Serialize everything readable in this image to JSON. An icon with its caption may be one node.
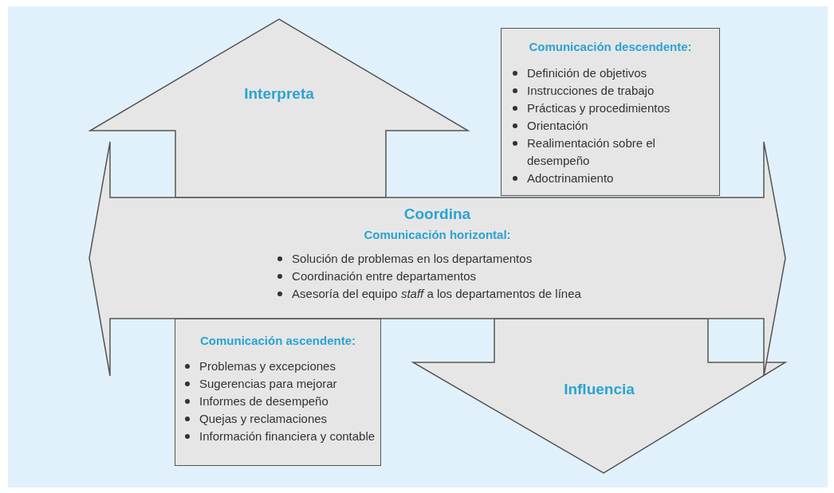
{
  "diagram": {
    "nodes": [
      {
        "text": [
          "Interpreta"
        ]
      },
      {
        "text": [
          "Comunicación descendente:",
          "Definición de objetivos",
          "Instrucciones de trabajo",
          "Prácticas y procedimientos",
          "Orientación",
          "Realimentación sobre el desempeño",
          "Adoctrinamiento"
        ]
      },
      {
        "text": [
          "Coordina",
          "Comunicación horizontal:",
          "Solución de problemas en los departamentos",
          "Coordinación entre departamentos",
          "Asesoría del equipo *staff* a los departamentos de línea"
        ]
      },
      {
        "text": [
          "Comunicación ascendente:",
          "Problemas y excepciones",
          "Sugerencias para mejorar",
          "Informes de desempeño",
          "Quejas y reclamaciones",
          "Información financiera y contable"
        ]
      },
      {
        "text": [
          "Influencia"
        ]
      }
    ]
  }
}
